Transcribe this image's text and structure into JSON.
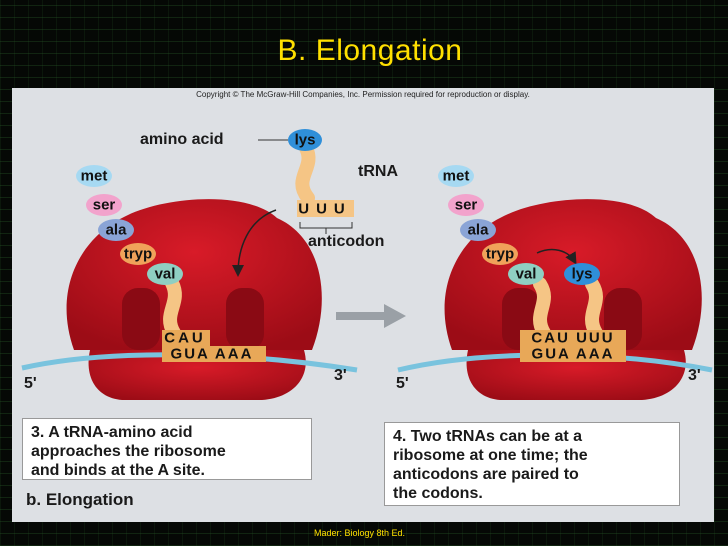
{
  "slide": {
    "title": "B.  Elongation",
    "footer": "Mader: Biology 8th Ed."
  },
  "figure": {
    "copyright": "Copyright © The McGraw-Hill Companies, Inc. Permission required for reproduction or display.",
    "labels": {
      "amino_acid": "amino acid",
      "trna": "tRNA",
      "anticodon": "anticodon",
      "five_prime": "5'",
      "three_prime": "3'",
      "elongation": "b. Elongation"
    },
    "left_panel": {
      "chain": [
        "met",
        "ser",
        "ala",
        "tryp",
        "val"
      ],
      "incoming_amino_acid": "lys",
      "incoming_anticodon": "UUU",
      "p_site_anticodon": "CAU",
      "mrna": "GUA AAA",
      "caption": [
        "3. A tRNA-amino acid",
        "approaches the ribosome",
        "and binds at the A site."
      ]
    },
    "right_panel": {
      "chain": [
        "met",
        "ser",
        "ala",
        "tryp",
        "val",
        "lys"
      ],
      "anticodons": "CAU UUU",
      "mrna": "GUA AAA",
      "caption": [
        "4. Two tRNAs can be at a",
        "ribosome at one time; the",
        "anticodons are paired to",
        "the codons."
      ]
    },
    "colors": {
      "ribosome": "#c0111e",
      "mrna": "#79c3de",
      "trna": "#f5c585",
      "met": "#a6d9f2",
      "ser": "#f2a3cc",
      "ala": "#8aa4d6",
      "tryp": "#f0a25a",
      "val": "#8fcfc2",
      "lys": "#2f8fd9"
    }
  }
}
